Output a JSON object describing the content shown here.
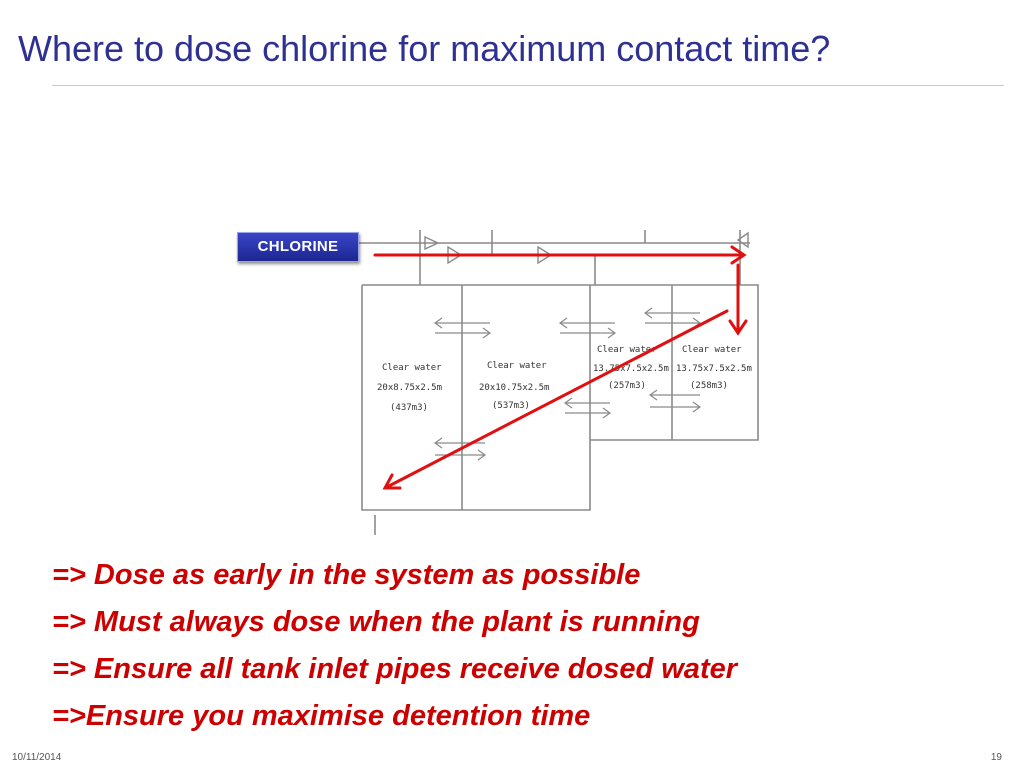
{
  "slide": {
    "title": "Where to dose chlorine for maximum contact time?",
    "chlorine_tag": "CHLORINE",
    "bullets": [
      "=> Dose as early in the system as possible",
      "=> Must always dose when the plant is running",
      "=> Ensure all tank inlet pipes receive dosed water",
      "=>Ensure you maximise detention time"
    ],
    "footer_date": "10/11/2014",
    "page_number": "19"
  },
  "diagram": {
    "tanks": [
      {
        "label": "Clear water",
        "dims": "20x8.75x2.5m",
        "volume": "(437m3)"
      },
      {
        "label": "Clear water",
        "dims": "20x10.75x2.5m",
        "volume": "(537m3)"
      },
      {
        "label": "Clear water",
        "dims": "13.75x7.5x2.5m",
        "volume": "(257m3)"
      },
      {
        "label": "Clear water",
        "dims": "13.75x7.5x2.5m",
        "volume": "(258m3)"
      }
    ]
  },
  "colors": {
    "title": "#2e3192",
    "bullet_text": "#cc0000",
    "arrow": "#e01010",
    "tag_bg": "#2a33b0"
  }
}
